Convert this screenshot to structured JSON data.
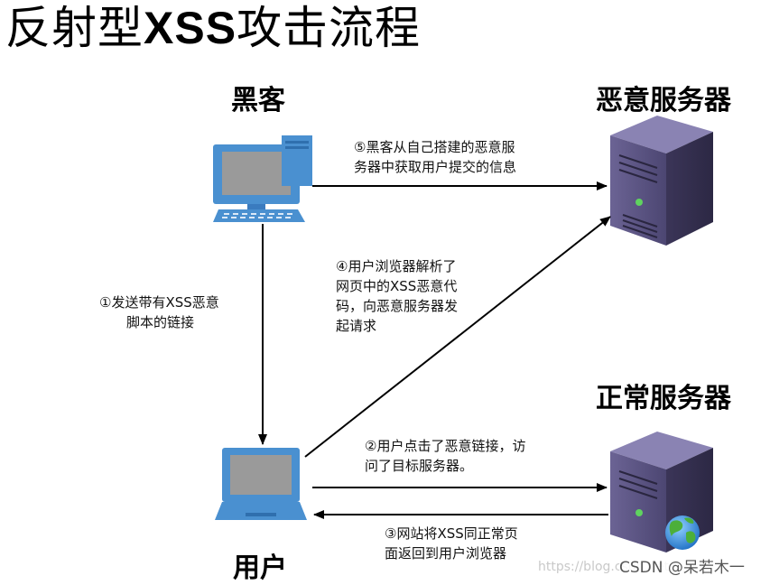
{
  "title": {
    "prefix": "反射型",
    "mid": "XSS",
    "suffix": "攻击流程"
  },
  "actors": {
    "hacker": "黑客",
    "malicious_server": "恶意服务器",
    "normal_server": "正常服务器",
    "user": "用户"
  },
  "steps": {
    "step1": [
      "①发送带有XSS恶意",
      "脚本的链接"
    ],
    "step2": [
      "②用户点击了恶意链接，访",
      "问了目标服务器。"
    ],
    "step3": [
      "③网站将XSS同正常页",
      "面返回到用户浏览器"
    ],
    "step4": [
      "④用户浏览器解析了",
      "网页中的XSS恶意代",
      "码，向恶意服务器发",
      "起请求"
    ],
    "step5": [
      "⑤黑客从自己搭建的恶意服",
      "务器中获取用户提交的信息"
    ]
  },
  "watermark": {
    "url": "https://blog.csdn.net/",
    "credit": "CSDN @呆若木一"
  },
  "colors": {
    "monitor": "#4a90d0",
    "screen": "#9a9a9a",
    "server": "#5a5280",
    "server_dark": "#35304f"
  }
}
